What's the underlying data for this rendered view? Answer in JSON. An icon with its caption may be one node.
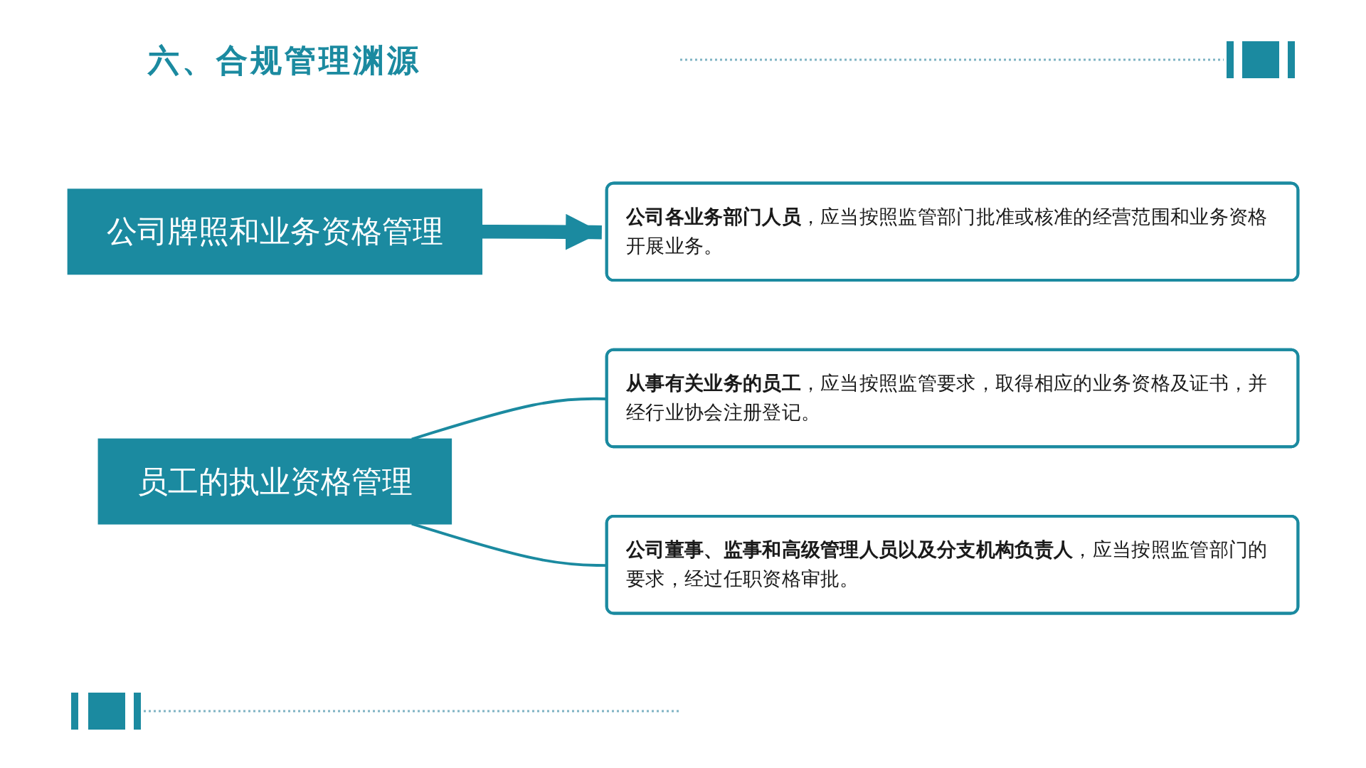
{
  "diagram": {
    "title": "六、合规管理渊源",
    "nodes": [
      {
        "text": [
          "公司牌照和业务资格管理"
        ]
      },
      {
        "text": [
          "**公司各业务部门人员**，应当按照监管部门批准或核准的经营范围和业务资格开展业务。"
        ]
      },
      {
        "text": [
          "员工的执业资格管理"
        ]
      },
      {
        "text": [
          "**从事有关业务的员工**，应当按照监管要求，取得相应的业务资格及证书，并经行业协会注册登记。"
        ]
      },
      {
        "text": [
          "**公司董事、监事和高级管理人员以及分支机构负责人**，应当按照监管部门的要求，经过任职资格审批。"
        ]
      }
    ],
    "edges": [
      {
        "from": 0,
        "to": 1,
        "arrow": "to",
        "style": "thick"
      },
      {
        "from": 2,
        "to": 3,
        "arrow": "none"
      },
      {
        "from": 2,
        "to": 4,
        "arrow": "none"
      }
    ]
  }
}
